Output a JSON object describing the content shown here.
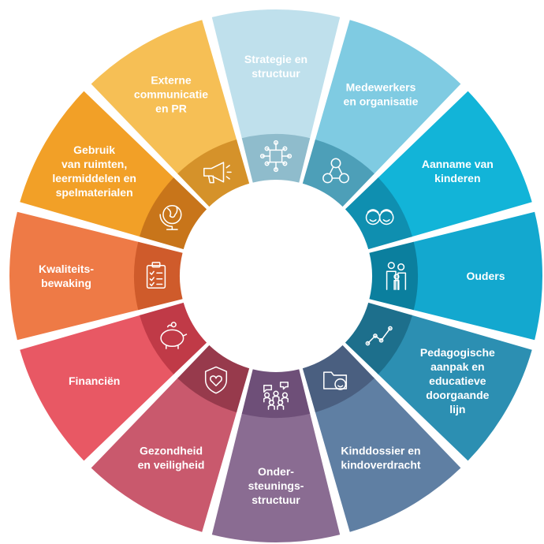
{
  "segments": [
    {
      "label": "Strategie en\nstructuur",
      "icon": "network-cube-icon",
      "color_outer": "#bfe0ec",
      "color_inner": "#8fbccc"
    },
    {
      "label": "Medewerkers\nen organisatie",
      "icon": "people-network-icon",
      "color_outer": "#7fcbe2",
      "color_inner": "#4d9fb8"
    },
    {
      "label": "Aanname van\nkinderen",
      "icon": "children-faces-icon",
      "color_outer": "#12b4d8",
      "color_inner": "#0f8fb0"
    },
    {
      "label": "Ouders",
      "icon": "family-icon",
      "color_outer": "#13a8cf",
      "color_inner": "#0b7f9e"
    },
    {
      "label": "Pedagogische\naanpak en\neducatieve\ndoorgaande\nlijn",
      "icon": "trend-line-icon",
      "color_outer": "#2c8fb2",
      "color_inner": "#1d6f8c"
    },
    {
      "label": "Kinddossier en\nkindoverdracht",
      "icon": "child-folder-icon",
      "color_outer": "#5f7fa3",
      "color_inner": "#4a5f80"
    },
    {
      "label": "Onder-\nsteunings-\nstructuur",
      "icon": "support-group-icon",
      "color_outer": "#8a6c92",
      "color_inner": "#6e4f78"
    },
    {
      "label": "Gezondheid\nen veiligheid",
      "icon": "shield-heart-icon",
      "color_outer": "#c9596d",
      "color_inner": "#973a4c"
    },
    {
      "label": "Financiën",
      "icon": "piggy-bank-icon",
      "color_outer": "#e85864",
      "color_inner": "#c03a47"
    },
    {
      "label": "Kwaliteits-\nbewaking",
      "icon": "clipboard-checklist-icon",
      "color_outer": "#ee7a46",
      "color_inner": "#cf5b2b"
    },
    {
      "label": "Gebruik\nvan ruimten,\nleermiddelen en\nspelmaterialen",
      "icon": "globe-icon",
      "color_outer": "#f2a027",
      "color_inner": "#c8751a"
    },
    {
      "label": "Externe\ncommunicatie\nen PR",
      "icon": "megaphone-icon",
      "color_outer": "#f6bf55",
      "color_inner": "#d5922a"
    }
  ]
}
